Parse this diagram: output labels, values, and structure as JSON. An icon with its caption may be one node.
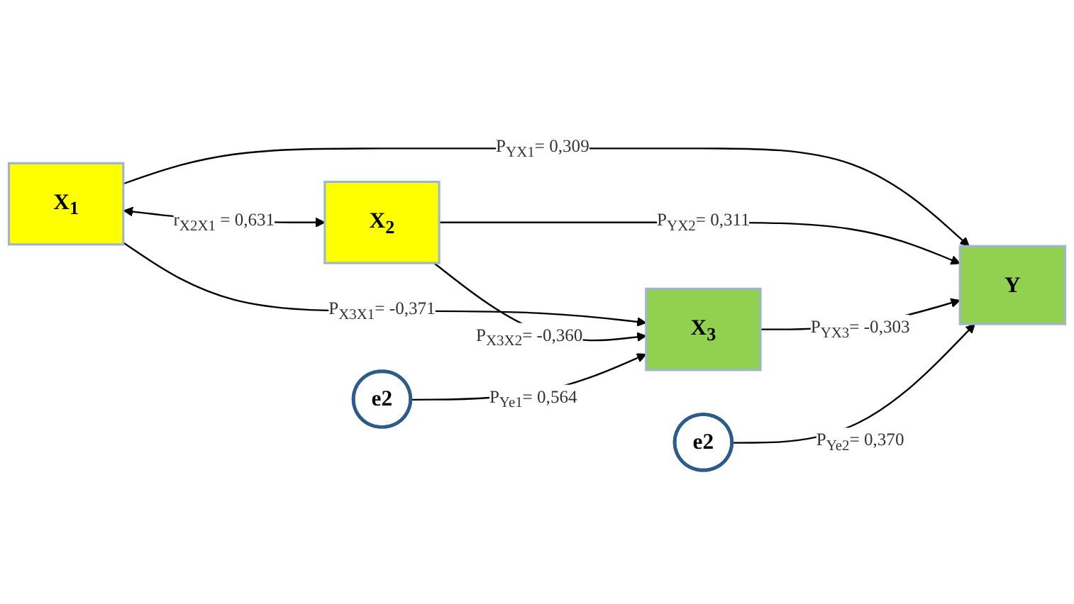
{
  "diagram": {
    "nodes": [
      {
        "text": [
          "X$_{1}$"
        ]
      },
      {
        "text": [
          "e2"
        ]
      },
      {
        "text": [
          "e2"
        ]
      },
      {
        "text": [
          "X$_{3}$"
        ]
      },
      {
        "text": [
          "Y"
        ]
      },
      {
        "text": [
          "X$_{2}$"
        ]
      }
    ],
    "edges": [
      {
        "from": 0,
        "to": 5,
        "arrow": "both",
        "label": "r$_{X2X1}$ = 0,631"
      },
      {
        "from": 0,
        "to": 3,
        "arrow": "to",
        "label": "P$_{X3X1}$= -0,371"
      },
      {
        "from": 5,
        "to": 3,
        "arrow": "to",
        "label": "P$_{X3X2}$= -0,360"
      },
      {
        "from": 0,
        "to": 4,
        "arrow": "to",
        "label": "P$_{YX1}$= 0,309"
      },
      {
        "from": 5,
        "to": 4,
        "arrow": "to",
        "label": "P$_{YX2}$= 0,311"
      },
      {
        "from": 3,
        "to": 4,
        "arrow": "to",
        "label": "P$_{YX3}$= -0,303"
      },
      {
        "from": 1,
        "to": 3,
        "arrow": "to",
        "label": "P$_{Ye1}$= 0,564"
      },
      {
        "from": 2,
        "to": 4,
        "arrow": "to",
        "label": "P$_{Ye2}$= 0,370"
      }
    ]
  }
}
